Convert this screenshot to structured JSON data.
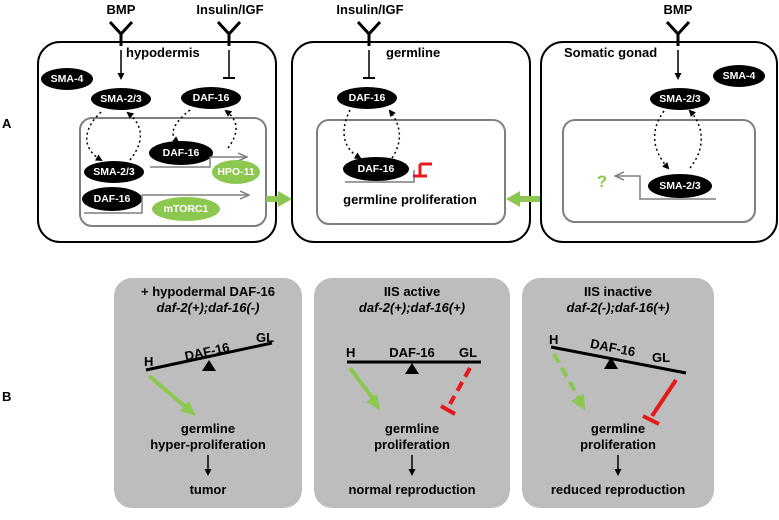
{
  "panel_labels": {
    "a": "A",
    "b": "B"
  },
  "colors": {
    "green": "#8cc850",
    "red": "#e5191b",
    "black": "#000000",
    "grey_panel": "#bdbdbd",
    "inner_box": "#7f7f7f"
  },
  "panel_a": {
    "hypodermis": {
      "receptor_left": "BMP",
      "receptor_right": "Insulin/IGF",
      "title": "hypodermis",
      "sma4": "SMA-4",
      "sma23_top": "SMA-2/3",
      "daf16_top": "DAF-16",
      "sma23_inner": "SMA-2/3",
      "daf16_inner": "DAF-16",
      "hpo11": "HPO-11",
      "daf16_lower": "DAF-16",
      "mtorc1": "mTORC1"
    },
    "germline": {
      "receptor": "Insulin/IGF",
      "title": "germline",
      "daf16_top": "DAF-16",
      "daf16_inner": "DAF-16",
      "output": "germline proliferation"
    },
    "somatic_gonad": {
      "receptor": "BMP",
      "title": "Somatic gonad",
      "sma4": "SMA-4",
      "sma23_top": "SMA-2/3",
      "sma23_inner": "SMA-2/3",
      "unknown": "?"
    }
  },
  "panel_b": {
    "box1": {
      "line1": "+ hypodermal DAF-16",
      "line2": "daf-2(+);daf-16(-)",
      "left": "H",
      "center": "DAF-16",
      "right": "GL",
      "outcome1": "germline",
      "outcome2": "hyper-proliferation",
      "result": "tumor"
    },
    "box2": {
      "line1": "IIS active",
      "line2": "daf-2(+);daf-16(+)",
      "left": "H",
      "center": "DAF-16",
      "right": "GL",
      "outcome1": "germline",
      "outcome2": "proliferation",
      "result": "normal reproduction"
    },
    "box3": {
      "line1": "IIS inactive",
      "line2": "daf-2(-);daf-16(+)",
      "left": "H",
      "center": "DAF-16",
      "right": "GL",
      "outcome1": "germline",
      "outcome2": "proliferation",
      "result": "reduced reproduction"
    }
  }
}
